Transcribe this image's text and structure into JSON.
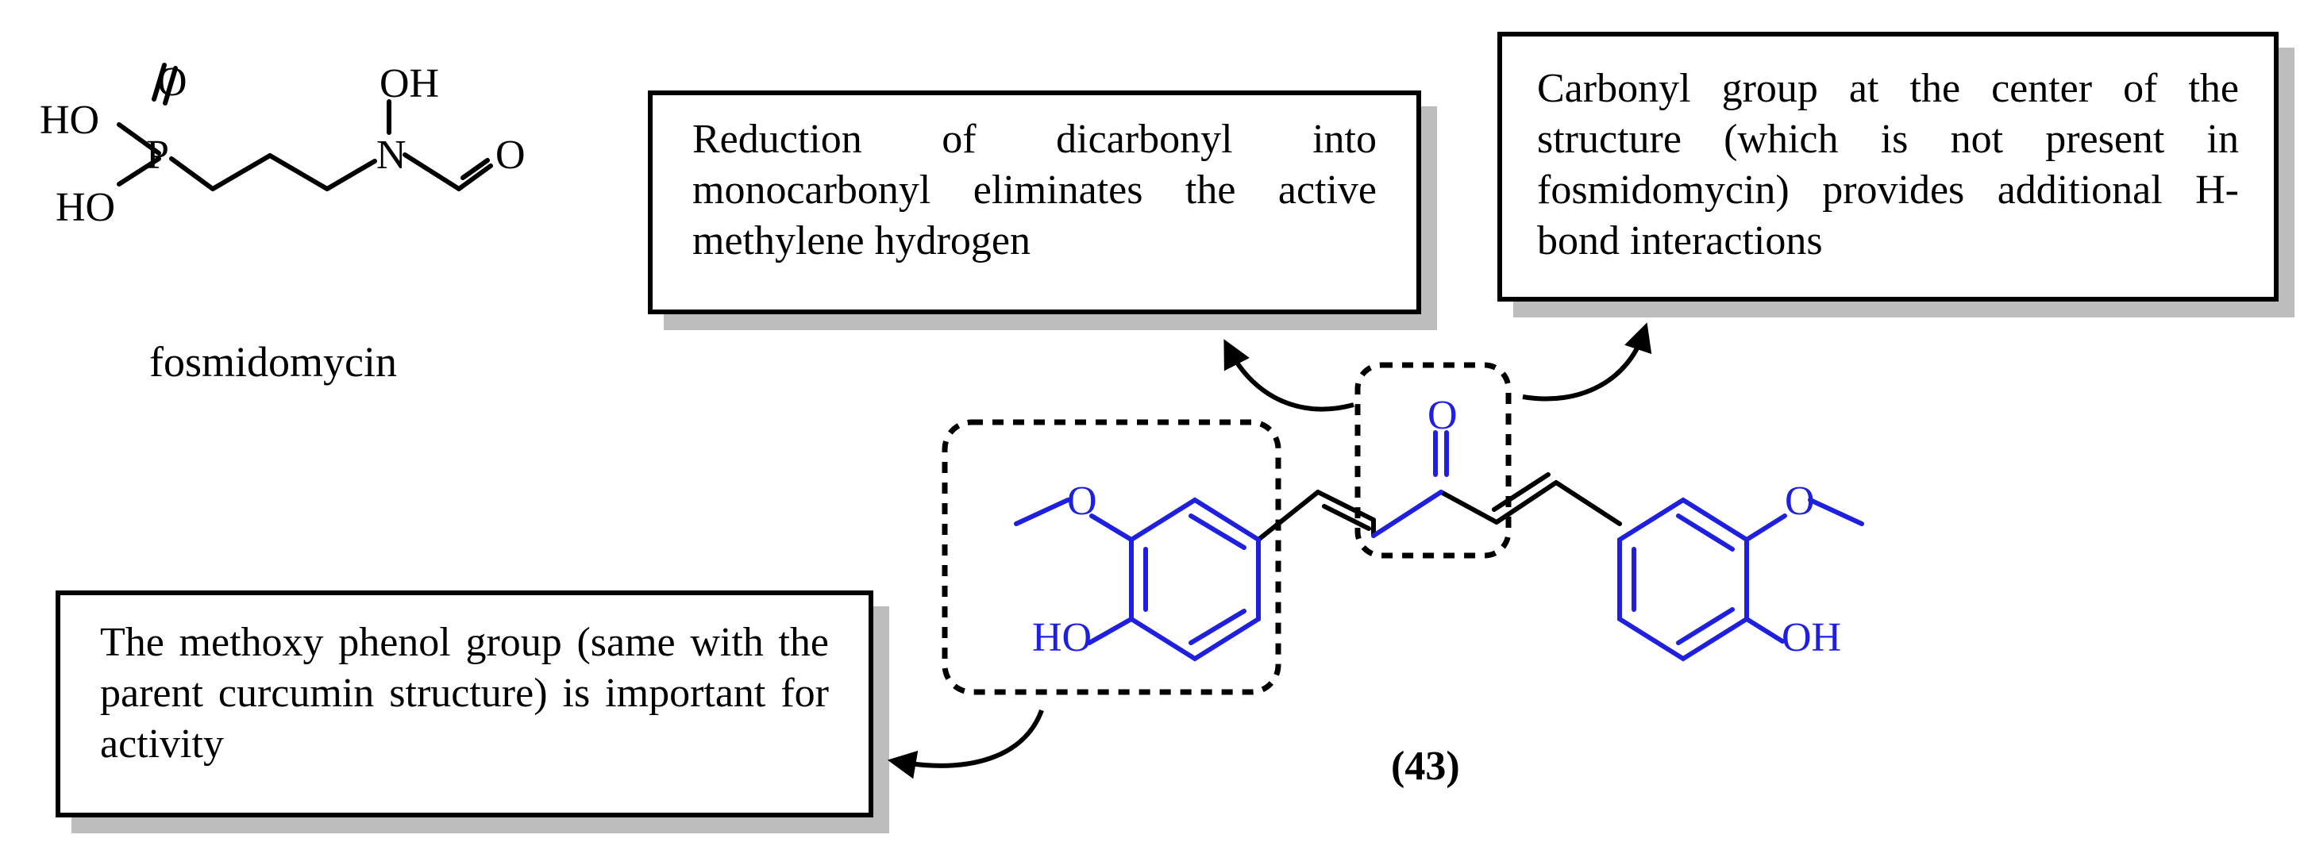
{
  "fosmidomycin": {
    "name": "fosmidomycin",
    "atoms": {
      "ho_top": "HO",
      "ho_bottom": "HO",
      "phosphorus": "P",
      "oxo": "O",
      "hydroxyl_n": "OH",
      "nitrogen": "N",
      "formyl_o": "O"
    }
  },
  "compound": {
    "label": "(43)",
    "atoms": {
      "ketone_o": "O",
      "methoxy_o_left": "O",
      "methoxy_o_right": "O",
      "hydroxyl_left": "HO",
      "hydroxyl_right": "OH"
    }
  },
  "callouts": {
    "dicarbonyl": "Reduction of dicarbonyl into monocarbonyl eliminates the active methylene hydrogen",
    "carbonyl": "Carbonyl group at the center of the structure (which is not present in fosmidomycin) provides additional H-bond interactions",
    "methoxy": "The methoxy phenol group (same with the parent curcumin structure) is important for activity"
  },
  "colors": {
    "highlight": "#1f1fe0",
    "skeleton": "#000000",
    "shadow": "#bdbdbd"
  }
}
